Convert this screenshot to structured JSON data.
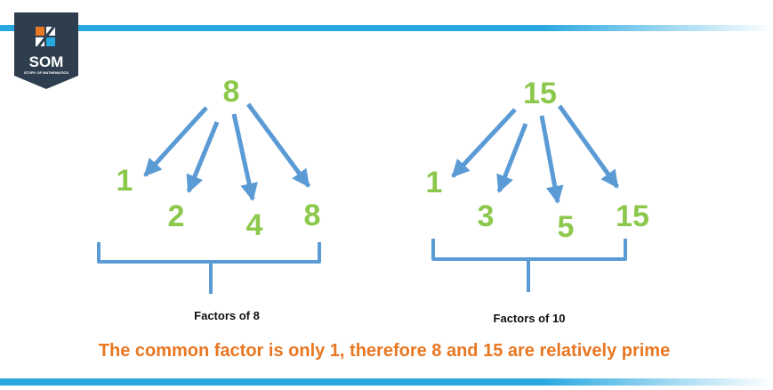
{
  "logo": {
    "name": "SOM",
    "tagline": "STORY OF MATHEMATICS"
  },
  "left_tree": {
    "root": "8",
    "factors": [
      "1",
      "2",
      "4",
      "8"
    ],
    "caption": "Factors of 8"
  },
  "right_tree": {
    "root": "15",
    "factors": [
      "1",
      "3",
      "5",
      "15"
    ],
    "caption": "Factors of 10"
  },
  "conclusion": "The common factor is only 1, therefore 8 and 15 are relatively prime",
  "colors": {
    "number": "#8cc84b",
    "arrow": "#5b9bd5",
    "brace": "#5b9bd5",
    "text": "#e87722",
    "band": "#29a8e0",
    "logo_bg": "#2e3e4e"
  }
}
